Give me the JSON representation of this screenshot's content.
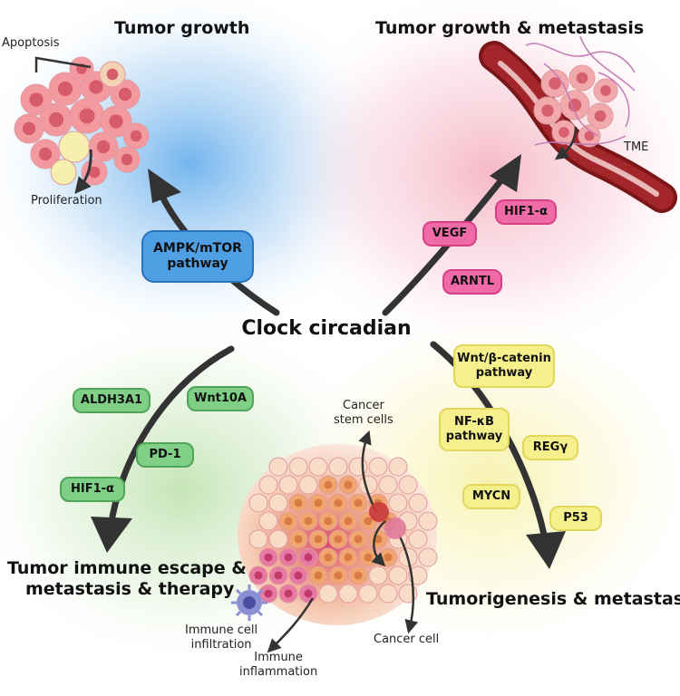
{
  "center": {
    "title": "Clock circadian"
  },
  "quadrants": {
    "top_left": {
      "title": "Tumor growth",
      "labels": {
        "apoptosis": "Apoptosis",
        "proliferation": "Proliferation"
      },
      "pathway": "AMPK/mTOR pathway",
      "color": "#4f9fe4"
    },
    "top_right": {
      "title": "Tumor growth & metastasis",
      "labels": {
        "tme": "TME"
      },
      "factors": [
        "VEGF",
        "HIF1-α",
        "ARNTL"
      ],
      "color": "#f06aa8"
    },
    "bottom_left": {
      "title_line1": "Tumor immune escape &",
      "title_line2": "metastasis & therapy",
      "factors": [
        "ALDH3A1",
        "Wnt10A",
        "PD-1",
        "HIF1-α"
      ],
      "color": "#7fcf86"
    },
    "bottom_right": {
      "title": "Tumorigenesis & metastasis",
      "pathways": [
        "Wnt/β-catenin pathway",
        "NF-κB pathway"
      ],
      "factors": [
        "REGγ",
        "MYCN",
        "P53"
      ],
      "color": "#f5f08c"
    }
  },
  "tumor_labels": {
    "cancer_stem_line1": "Cancer",
    "cancer_stem_line2": "stem cells",
    "cancer_cell": "Cancer cell",
    "immune_infiltration_line1": "Immune cell",
    "immune_infiltration_line2": "infiltration",
    "immune_inflammation_line1": "Immune",
    "immune_inflammation_line2": "inflammation"
  }
}
